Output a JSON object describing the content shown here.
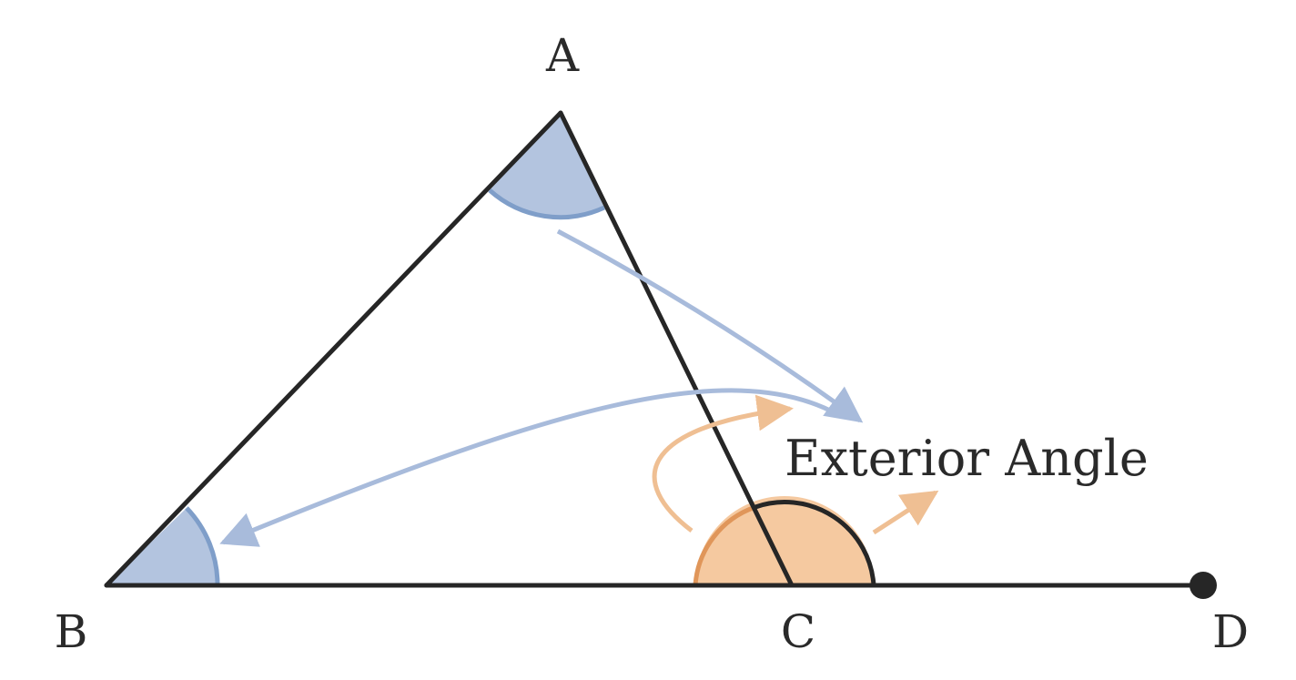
{
  "vertices": {
    "a": "A",
    "b": "B",
    "c": "C",
    "d": "D"
  },
  "caption": "Exterior Angle",
  "colors": {
    "line": "#262626",
    "interior_fill": "#b3c4df",
    "interior_stroke": "#7f9ec9",
    "interior_arrow": "#a8bbdb",
    "exterior_fill": "#f5c9a0",
    "exterior_stroke": "#e0965a",
    "exterior_arrow": "#efbf93"
  }
}
